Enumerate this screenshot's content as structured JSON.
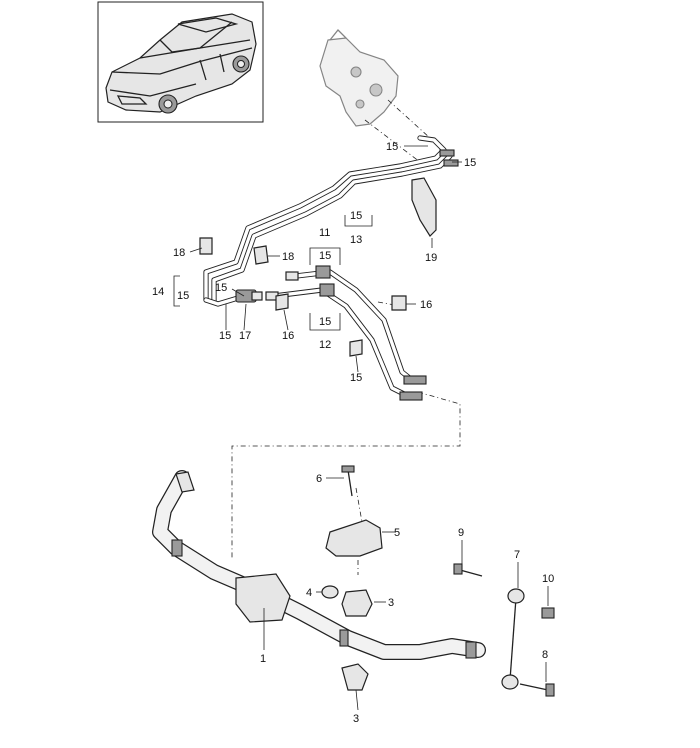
{
  "callouts": {
    "c1": "1",
    "c3a": "3",
    "c3b": "3",
    "c4": "4",
    "c5": "5",
    "c6": "6",
    "c7": "7",
    "c8": "8",
    "c9": "9",
    "c10": "10",
    "c11": "11",
    "c11sub": "15",
    "c12": "12",
    "c12sub": "15",
    "c13": "13",
    "c13sub": "15",
    "c14": "14",
    "c14sub": "15",
    "c15a": "15",
    "c15b": "15",
    "c15c": "15",
    "c15d": "15",
    "c15e": "15",
    "c16a": "16",
    "c16b": "16",
    "c17": "17",
    "c18a": "18",
    "c18b": "18",
    "c19": "19"
  }
}
